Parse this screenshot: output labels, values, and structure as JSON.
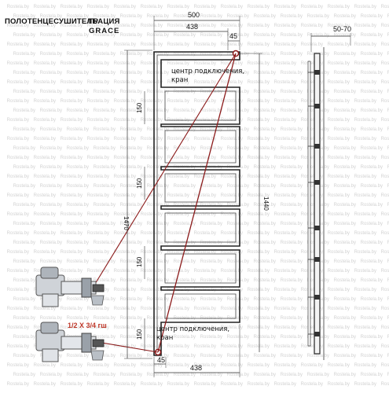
{
  "header": {
    "product_type": "ПОЛОТЕНЦЕСУШИТЕЛЬ",
    "model_ru": "ГРАЦИЯ",
    "model_en": "GRACE"
  },
  "dimensions": {
    "overall_width": "500",
    "inner_width_top": "438",
    "connection_offset_top": "45",
    "depth": "50-70",
    "overall_height": "1470",
    "connection_height": "1440",
    "section_gap": "150",
    "inner_width_bottom": "438",
    "connection_offset_bottom": "45"
  },
  "labels": {
    "connection_center_line1": "центр подключения,",
    "connection_center_line2": "кран",
    "fitting_size": "1/2 X 3/4 гш"
  },
  "watermark": "Rostela.by",
  "colors": {
    "line": "#222222",
    "connection": "#8b1a1a",
    "fitting_label": "#c0392b"
  }
}
